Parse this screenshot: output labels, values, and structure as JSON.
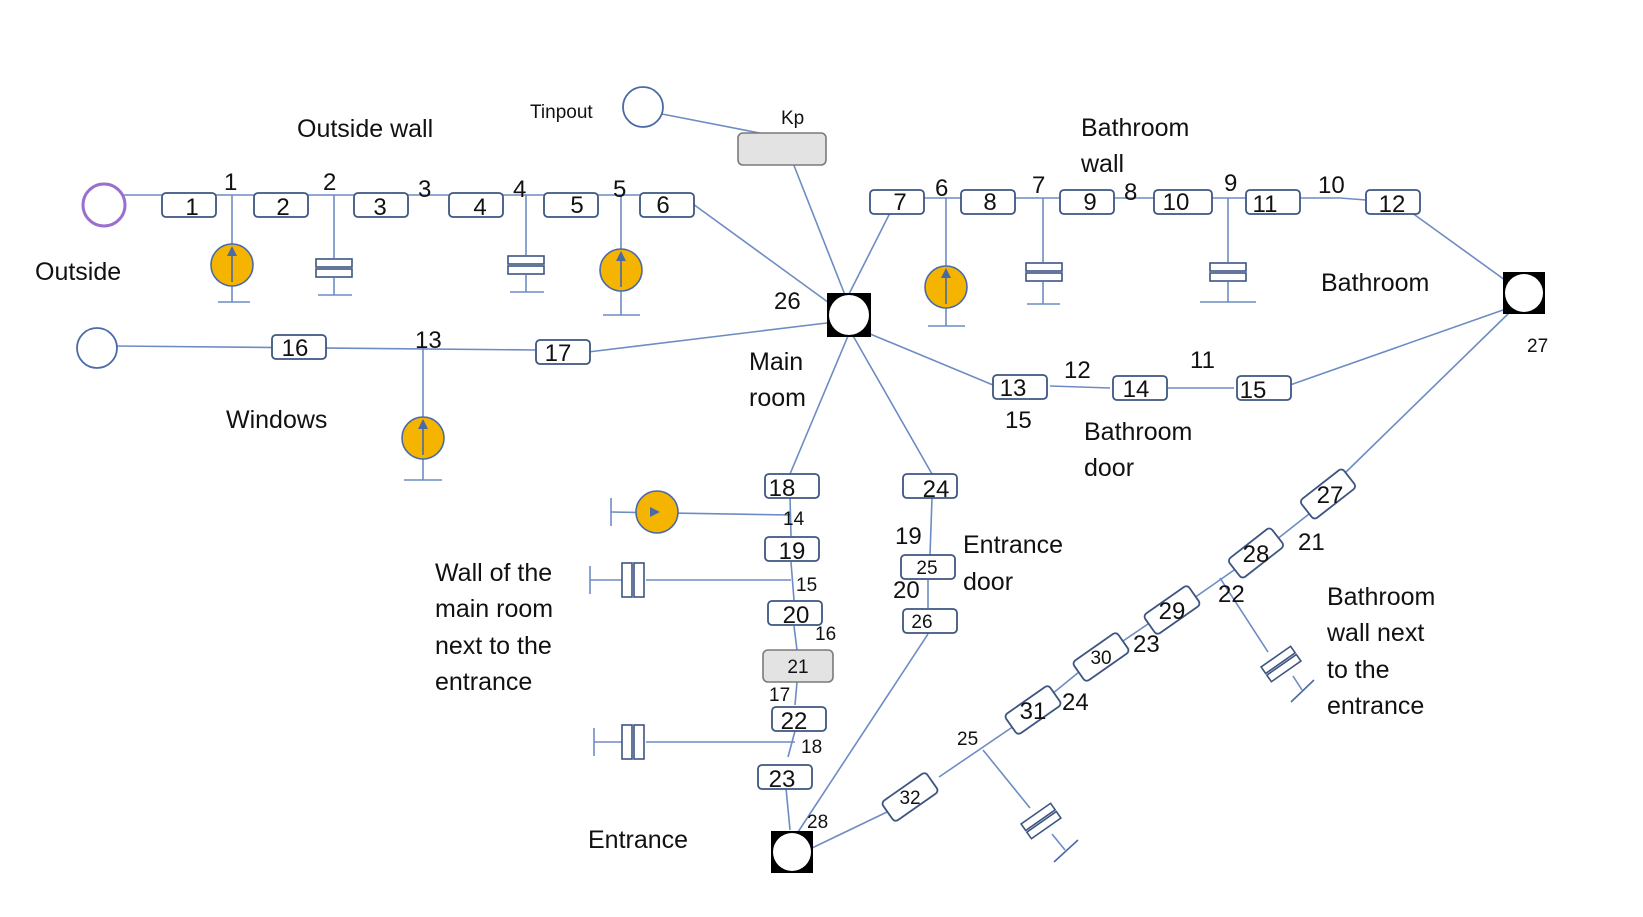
{
  "region_labels": {
    "outside_wall": "Outside wall",
    "outside": "Outside",
    "windows": "Windows",
    "tinpout": "Tinpout",
    "kp": "Kp",
    "bathroom_wall_1": "Bathroom",
    "bathroom_wall_2": "wall",
    "bathroom": "Bathroom",
    "main_room_1": "Main",
    "main_room_2": "room",
    "bathroom_door_1": "Bathroom",
    "bathroom_door_2": "door",
    "entrance_door_1": "Entrance",
    "entrance_door_2": "door",
    "wall_main_1": "Wall of the",
    "wall_main_2": "main room",
    "wall_main_3": "next to the",
    "wall_main_4": "entrance",
    "bath_wall_entr_1": "Bathroom",
    "bath_wall_entr_2": "wall next",
    "bath_wall_entr_3": "to the",
    "bath_wall_entr_4": "entrance",
    "entrance": "Entrance"
  },
  "box_labels": {
    "b1": "1",
    "b2": "2",
    "b3": "3",
    "b4": "4",
    "b5": "5",
    "b6": "6",
    "b7": "7",
    "b8": "8",
    "b9": "9",
    "b10": "10",
    "b11": "11",
    "b12": "12",
    "b13": "13",
    "b14": "14",
    "b15": "15",
    "b16": "16",
    "b17": "17",
    "b18": "18",
    "b19": "19",
    "b20": "20",
    "b21": "21",
    "b22": "22",
    "b23": "23",
    "b24": "24",
    "b25": "25",
    "b26": "26",
    "b27": "27",
    "b28": "28",
    "b29": "29",
    "b30": "30",
    "b31": "31",
    "b32": "32"
  },
  "node_labels": {
    "n1": "1",
    "n2": "2",
    "n3": "3",
    "n4": "4",
    "n5": "5",
    "n6": "6",
    "n7": "7",
    "n8": "8",
    "n9": "9",
    "n10": "10",
    "n11": "11",
    "n12": "12",
    "n13": "13",
    "n14": "14",
    "n15": "15",
    "n15b": "15",
    "n16": "16",
    "n17": "17",
    "n18": "18",
    "n19": "19",
    "n20": "20",
    "n21": "21",
    "n22": "22",
    "n23": "23",
    "n24": "24",
    "n25": "25",
    "n26": "26",
    "n27": "27",
    "n28": "28"
  }
}
